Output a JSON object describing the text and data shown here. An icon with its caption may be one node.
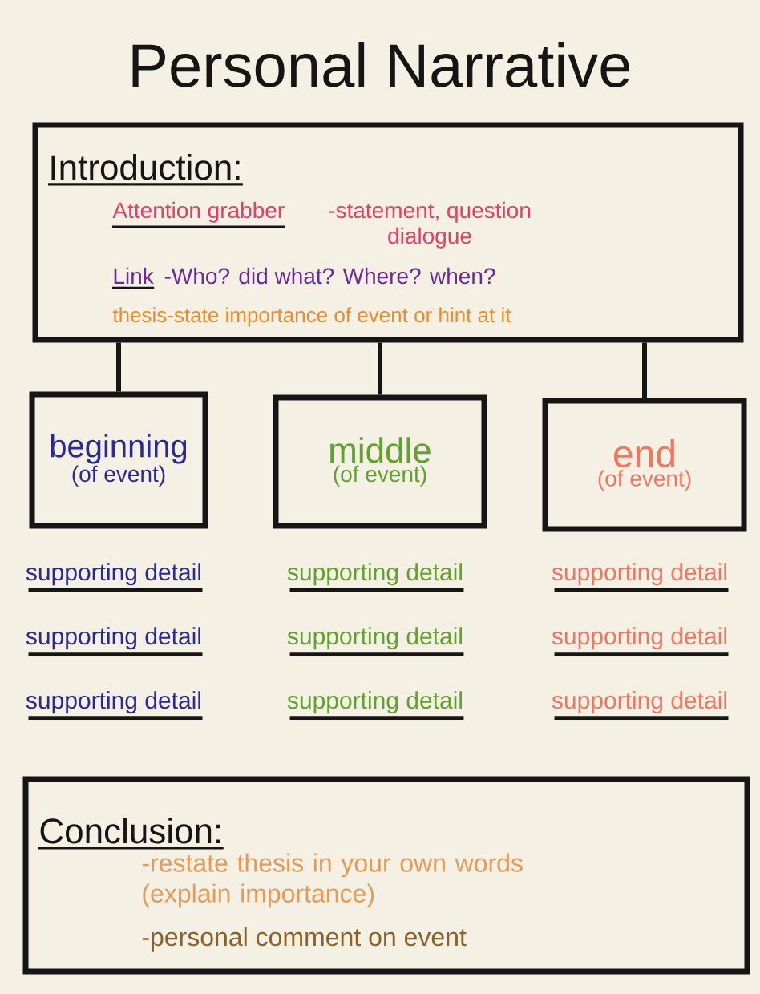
{
  "diagram": {
    "title": "Personal Narrative",
    "nodes": [
      {
        "text": [
          "Introduction:",
          "Attention grabber",
          "-statement, question dialogue",
          "Link",
          "-Who? did what? Where? when?",
          "thesis-state importance of event or hint at it"
        ]
      },
      {
        "text": [
          "beginning",
          "(of event)"
        ],
        "beside": [
          "supporting detail",
          "supporting detail",
          "supporting detail"
        ]
      },
      {
        "text": [
          "middle",
          "(of event)"
        ],
        "beside": [
          "supporting detail",
          "supporting detail",
          "supporting detail"
        ]
      },
      {
        "text": [
          "end",
          "(of event)"
        ],
        "beside": [
          "supporting detail",
          "supporting detail",
          "supporting detail"
        ]
      },
      {
        "text": [
          "Conclusion:",
          "-restate thesis in your own words (explain importance)",
          "-personal comment on event"
        ]
      }
    ],
    "edges": [
      {
        "from": 0,
        "to": 1,
        "arrow": "none"
      },
      {
        "from": 0,
        "to": 2,
        "arrow": "none"
      },
      {
        "from": 0,
        "to": 3,
        "arrow": "none"
      }
    ]
  }
}
